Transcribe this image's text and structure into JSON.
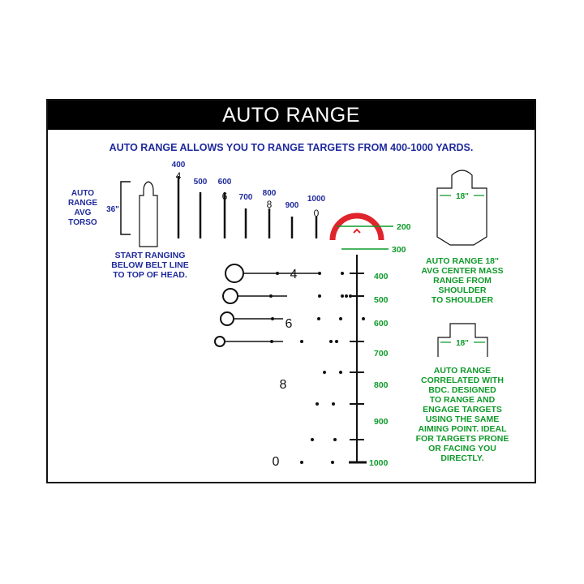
{
  "header": {
    "title": "AUTO RANGE"
  },
  "subtitle": "AUTO RANGE ALLOWS YOU TO RANGE TARGETS FROM 400-1000 YARDS.",
  "torso": {
    "label_lines": [
      "AUTO",
      "RANGE",
      "AVG",
      "TORSO"
    ],
    "height_label": "36\""
  },
  "range_bars": [
    {
      "yards": "400",
      "digit": "4"
    },
    {
      "yards": "500",
      "digit": ""
    },
    {
      "yards": "600",
      "digit": "6"
    },
    {
      "yards": "700",
      "digit": ""
    },
    {
      "yards": "800",
      "digit": "8"
    },
    {
      "yards": "900",
      "digit": ""
    },
    {
      "yards": "1000",
      "digit": "0"
    }
  ],
  "ranging_note_lines": [
    "START RANGING",
    "BELOW BELT LINE",
    "TO TOP OF HEAD."
  ],
  "horseshoe": {
    "marks": [
      "200",
      "300"
    ],
    "color": "#e0242c"
  },
  "bdc_marks": [
    "400",
    "500",
    "600",
    "700",
    "800",
    "900",
    "1000"
  ],
  "reticle_digits": [
    "4",
    "6",
    "8",
    "0"
  ],
  "center_mass": {
    "width_label": "18\"",
    "note_lines": [
      "AUTO RANGE 18\"",
      "AVG CENTER MASS",
      "RANGE FROM",
      "SHOULDER",
      "TO SHOULDER"
    ]
  },
  "prone": {
    "width_label": "18\"",
    "note_lines": [
      "AUTO RANGE",
      "CORRELATED WITH",
      "BDC. DESIGNED",
      "TO RANGE AND",
      "ENGAGE TARGETS",
      "USING THE SAME",
      "AIMING POINT. IDEAL",
      "FOR TARGETS PRONE",
      "OR FACING YOU",
      "DIRECTLY."
    ]
  },
  "colors": {
    "blue": "#1f2a9c",
    "green": "#0f9a2a",
    "red": "#e0242c"
  }
}
